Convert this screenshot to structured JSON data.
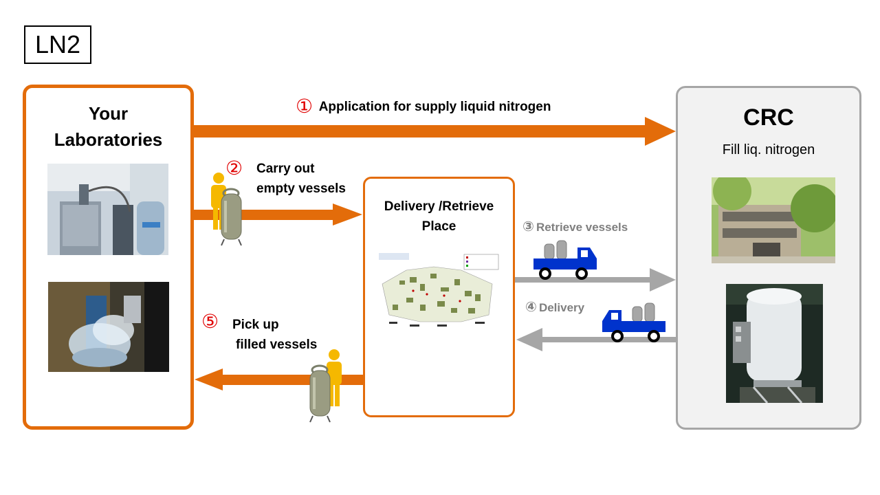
{
  "title": "LN2",
  "labs": {
    "title_line1": "Your",
    "title_line2": "Laboratories"
  },
  "crc": {
    "title": "CRC",
    "subtitle": "Fill liq. nitrogen"
  },
  "delivery": {
    "title_line1": "Delivery /Retrieve",
    "title_line2": "Place"
  },
  "steps": {
    "s1": {
      "num": "①",
      "text": "Application for supply liquid nitrogen"
    },
    "s2": {
      "num": "②",
      "line1": "Carry out",
      "line2": "empty vessels"
    },
    "s3": {
      "num": "③",
      "text": "Retrieve vessels"
    },
    "s4": {
      "num": "④",
      "text": "Delivery"
    },
    "s5": {
      "num": "⑤",
      "line1": "Pick up",
      "line2": "filled vessels"
    }
  },
  "colors": {
    "orange": "#E36C0A",
    "gray_arrow": "#A6A6A6",
    "red_number": "#E00000",
    "truck_blue": "#0033CC",
    "person_yellow": "#F5B800"
  }
}
